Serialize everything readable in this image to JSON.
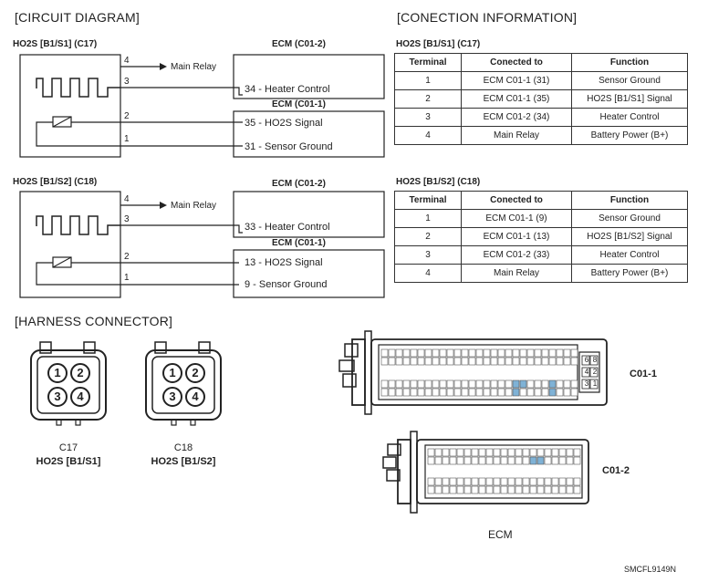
{
  "circuit_diagram": {
    "title": "[CIRCUIT DIAGRAM]",
    "diagrams": [
      {
        "sensor_label": "HO2S [B1/S1] (C17)",
        "ecm_top_label": "ECM (C01-2)",
        "ecm_bottom_label": "ECM (C01-1)",
        "main_relay": "Main Relay",
        "pins": [
          "4",
          "3",
          "2",
          "1"
        ],
        "heater_control": "34 - Heater Control",
        "ho2s_signal": "35 - HO2S Signal",
        "sensor_ground": "31 - Sensor Ground"
      },
      {
        "sensor_label": "HO2S [B1/S2] (C18)",
        "ecm_top_label": "ECM (C01-2)",
        "ecm_bottom_label": "ECM (C01-1)",
        "main_relay": "Main Relay",
        "pins": [
          "4",
          "3",
          "2",
          "1"
        ],
        "heater_control": "33 - Heater Control",
        "ho2s_signal": "13 - HO2S Signal",
        "sensor_ground": "9 - Sensor Ground"
      }
    ]
  },
  "connection_info": {
    "title": "[CONECTION INFORMATION]",
    "headers": [
      "Terminal",
      "Conected to",
      "Function"
    ],
    "tables": [
      {
        "label": "HO2S [B1/S1] (C17)",
        "rows": [
          [
            "1",
            "ECM C01-1 (31)",
            "Sensor Ground"
          ],
          [
            "2",
            "ECM C01-1 (35)",
            "HO2S [B1/S1] Signal"
          ],
          [
            "3",
            "ECM C01-2 (34)",
            "Heater Control"
          ],
          [
            "4",
            "Main Relay",
            "Battery Power (B+)"
          ]
        ]
      },
      {
        "label": "HO2S [B1/S2] (C18)",
        "rows": [
          [
            "1",
            "ECM C01-1 (9)",
            "Sensor Ground"
          ],
          [
            "2",
            "ECM C01-1 (13)",
            "HO2S [B1/S2] Signal"
          ],
          [
            "3",
            "ECM C01-2 (33)",
            "Heater Control"
          ],
          [
            "4",
            "Main Relay",
            "Battery Power (B+)"
          ]
        ]
      }
    ]
  },
  "harness_connector": {
    "title": "[HARNESS CONNECTOR]",
    "connectors": [
      {
        "id": "C17",
        "name": "HO2S [B1/S1]",
        "pins": [
          "1",
          "2",
          "3",
          "4"
        ]
      },
      {
        "id": "C18",
        "name": "HO2S [B1/S2]",
        "pins": [
          "1",
          "2",
          "3",
          "4"
        ]
      }
    ],
    "ecm_c01_1": "C01-1",
    "ecm_c01_2": "C01-2",
    "ecm_label": "ECM",
    "ecm_small_pins": [
      "6",
      "8",
      "4",
      "2",
      "3",
      "1"
    ],
    "highlight_color": "#7fb2d6"
  },
  "figure_code": "SMCFL9149N"
}
